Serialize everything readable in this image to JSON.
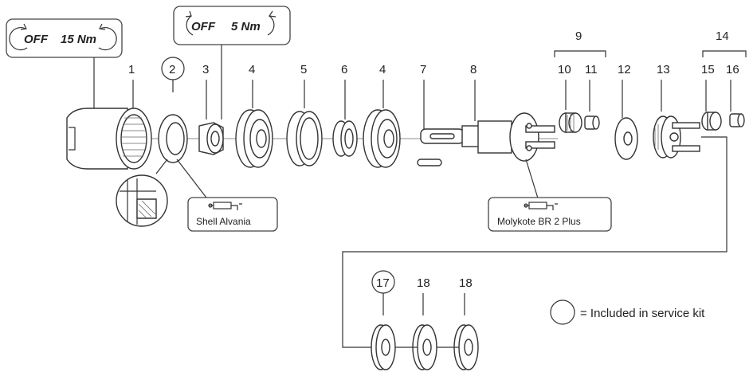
{
  "torque_callouts": [
    {
      "direction": "OFF",
      "torque": "15 Nm"
    },
    {
      "direction": "OFF",
      "torque": "5 Nm"
    }
  ],
  "part_labels": [
    "1",
    "2",
    "3",
    "4",
    "5",
    "6",
    "4",
    "7",
    "8",
    "9",
    "10",
    "11",
    "12",
    "13",
    "14",
    "15",
    "16",
    "17",
    "18",
    "18"
  ],
  "lubricants": [
    "Shell Alvania",
    "Molykote BR 2 Plus"
  ],
  "legend": {
    "text": "= Included in service kit"
  }
}
